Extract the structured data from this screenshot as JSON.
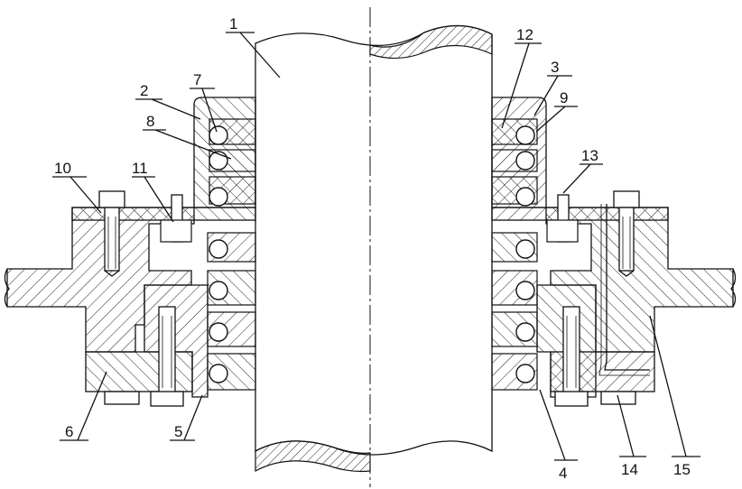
{
  "drawing": {
    "callouts": [
      "1",
      "2",
      "3",
      "4",
      "5",
      "6",
      "7",
      "8",
      "9",
      "10",
      "11",
      "12",
      "13",
      "14",
      "15"
    ]
  }
}
